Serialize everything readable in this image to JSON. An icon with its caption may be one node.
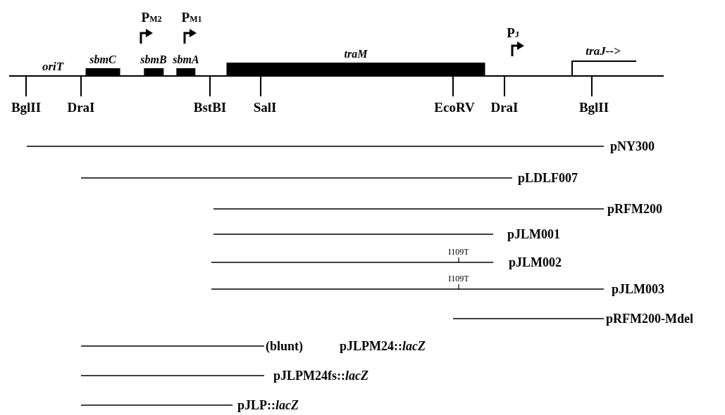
{
  "diagram": {
    "nodes": [
      {
        "text": [
          "sbmC"
        ]
      },
      {
        "text": [
          "sbmB"
        ]
      },
      {
        "text": [
          "sbmA"
        ]
      },
      {
        "text": [
          "traM"
        ]
      }
    ],
    "labels": [
      "P$_{M2}$",
      "P$_{M1}$",
      "P$_{J}$",
      "traJ-->",
      "oriT",
      "BglII",
      "DraI",
      "BstBI",
      "SalI",
      "EcoRV",
      "DraI",
      "BglII",
      "pNY300",
      "pLDLF007",
      "pRFM200",
      "pJLM001",
      "I109T",
      "pJLM002",
      "I109T",
      "pJLM003",
      "pRFM200-Mdel",
      "(blunt)",
      "pJLPM24::*lacZ*",
      "pJLPM24fs::*lacZ*",
      "pJLP::*lacZ*"
    ]
  }
}
